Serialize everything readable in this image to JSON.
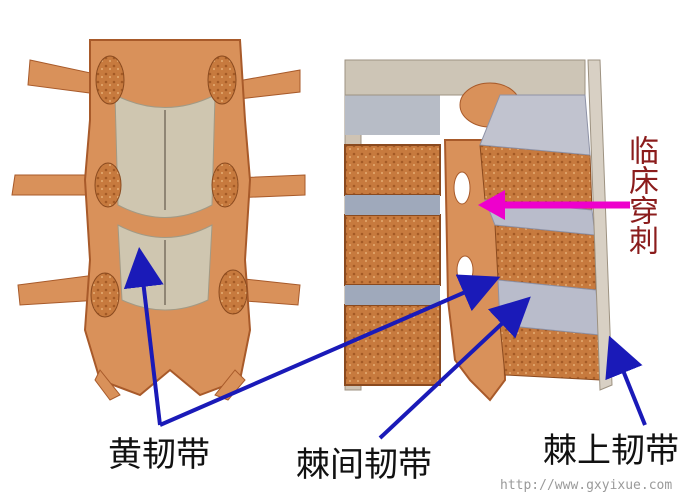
{
  "labels": {
    "puncture": "临床穿刺",
    "ligamentum_flavum": "黄韧带",
    "interspinous": "棘间韧带",
    "supraspinous": "棘上韧带"
  },
  "watermark": "http://www.gxyixue.com",
  "colors": {
    "bone": "#d9915a",
    "bone_dark": "#a85a2a",
    "ligament": "#c9bfae",
    "disc": "#9fa9bb",
    "arrow_blue": "#1a1ab8",
    "arrow_magenta": "#ee00cc",
    "puncture_text": "#8b1c1c"
  }
}
